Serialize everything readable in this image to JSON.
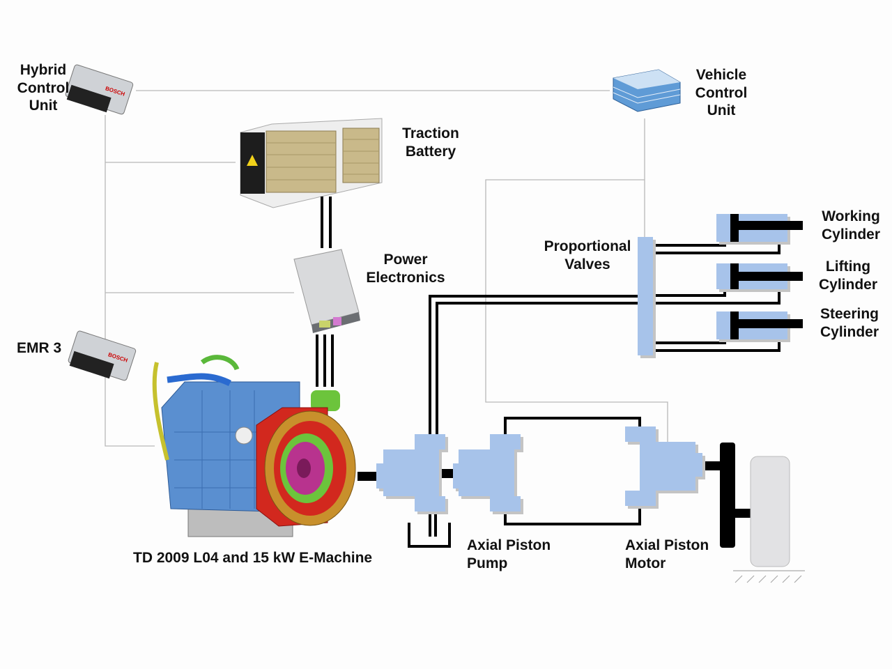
{
  "labels": {
    "hybrid_control_unit": [
      "Hybrid",
      "Control",
      "Unit"
    ],
    "vehicle_control_unit": [
      "Vehicle",
      "Control",
      "Unit"
    ],
    "traction_battery": [
      "Traction",
      "Battery"
    ],
    "power_electronics": [
      "Power",
      "Electronics"
    ],
    "proportional_valves": [
      "Proportional",
      "Valves"
    ],
    "working_cylinder": [
      "Working",
      "Cylinder"
    ],
    "lifting_cylinder": [
      "Lifting",
      "Cylinder"
    ],
    "steering_cylinder": [
      "Steering",
      "Cylinder"
    ],
    "emr3": "EMR 3",
    "engine": "TD 2009 L04 and 15 kW E-Machine",
    "pump": [
      "Axial Piston",
      "Pump"
    ],
    "motor": [
      "Axial Piston",
      "Motor"
    ]
  },
  "ecu_brand": "BOSCH",
  "colors": {
    "hydraulic_blue": "#a7c3ea",
    "shadow": "#9a9a9a",
    "line": "#000000",
    "signal_line": "#b8b8b8",
    "engine_blue": "#5a8fd0",
    "emachine_red": "#d2281e",
    "emachine_ring": "#c8902c"
  }
}
